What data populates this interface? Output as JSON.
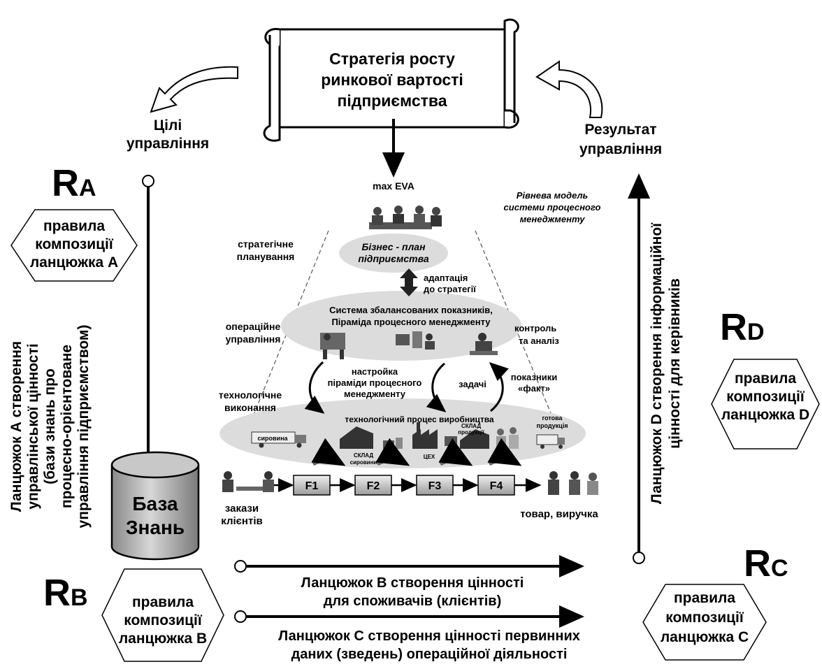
{
  "strategy": {
    "line1": "Стратегія росту",
    "line2": "ринкової вартості",
    "line3": "підприємства"
  },
  "goals": {
    "line1": "Цілі",
    "line2": "управління"
  },
  "result": {
    "line1": "Результат",
    "line2": "управління"
  },
  "max_eva": "max EVA",
  "level_model": {
    "line1": "Рівнева модель",
    "line2": "системи процесного",
    "line3": "менеджменту"
  },
  "rules": {
    "a": {
      "letter": "R",
      "sub": "A",
      "line1": "правила",
      "line2": "композиції",
      "line3": "ланцюжка А"
    },
    "b": {
      "letter": "R",
      "sub": "B",
      "line1": "правила",
      "line2": "композиції",
      "line3": "ланцюжка В"
    },
    "c": {
      "letter": "R",
      "sub": "C",
      "line1": "правила",
      "line2": "композиції",
      "line3": "ланцюжка С"
    },
    "d": {
      "letter": "R",
      "sub": "D",
      "line1": "правила",
      "line2": "композиції",
      "line3": "ланцюжка D"
    }
  },
  "chain_a": {
    "line1": "Ланцюжок А створення",
    "line2": "управлінської цінності",
    "line3": "(бази знань про",
    "line4": "процесно-орієнтоване",
    "line5": "управління підприємством)"
  },
  "chain_d": {
    "line1": "Ланцюжок D створення  інформаційної",
    "line2": "цінності для керівників"
  },
  "chain_b": {
    "line1": "Ланцюжок В створення цінності",
    "line2": "для споживачів (клієнтів)"
  },
  "chain_c": {
    "line1": "Ланцюжок С створення цінності первинних",
    "line2": "даних (зведень) операційної діяльності"
  },
  "knowledge_base": {
    "line1": "База",
    "line2": "Знань"
  },
  "levels": {
    "strategic": {
      "line1": "стратегічне",
      "line2": "планування"
    },
    "operational": {
      "line1": "операційне",
      "line2": "управління"
    },
    "technological": {
      "line1": "технологічне",
      "line2": "виконання"
    }
  },
  "business_plan": {
    "line1": "Бізнес - план",
    "line2": "підприємства"
  },
  "adaptation": {
    "line1": "адаптація",
    "line2": "до стратегії"
  },
  "bsc": {
    "line1": "Система збалансованих показників,",
    "line2": "Піраміда процесного менеджменту"
  },
  "control": {
    "line1": "контроль",
    "line2": "та аналіз"
  },
  "setup": {
    "line1": "настройка",
    "line2": "піраміди процесного",
    "line3": "менеджменту"
  },
  "tasks": "задачі",
  "indicators": {
    "line1": "показники",
    "line2": "«факт»"
  },
  "tech_process": "технологічний процес виробництва",
  "raw": "сировина",
  "finished": {
    "line1": "готова",
    "line2": "продукція"
  },
  "warehouse_raw": {
    "line1": "СКЛАД",
    "line2": "сировини"
  },
  "shop": "ЦЕХ",
  "warehouse_prod": {
    "line1": "СКЛАД",
    "line2": "продукції"
  },
  "functions": [
    "F1",
    "F2",
    "F3",
    "F4"
  ],
  "orders": {
    "line1": "закази",
    "line2": "клієнтів"
  },
  "goods": "товар, виручка",
  "colors": {
    "ellipse": "#dcdcdc",
    "box": "#cfcfcf",
    "cylinder": "#b8b8b8",
    "stroke": "#000000"
  }
}
